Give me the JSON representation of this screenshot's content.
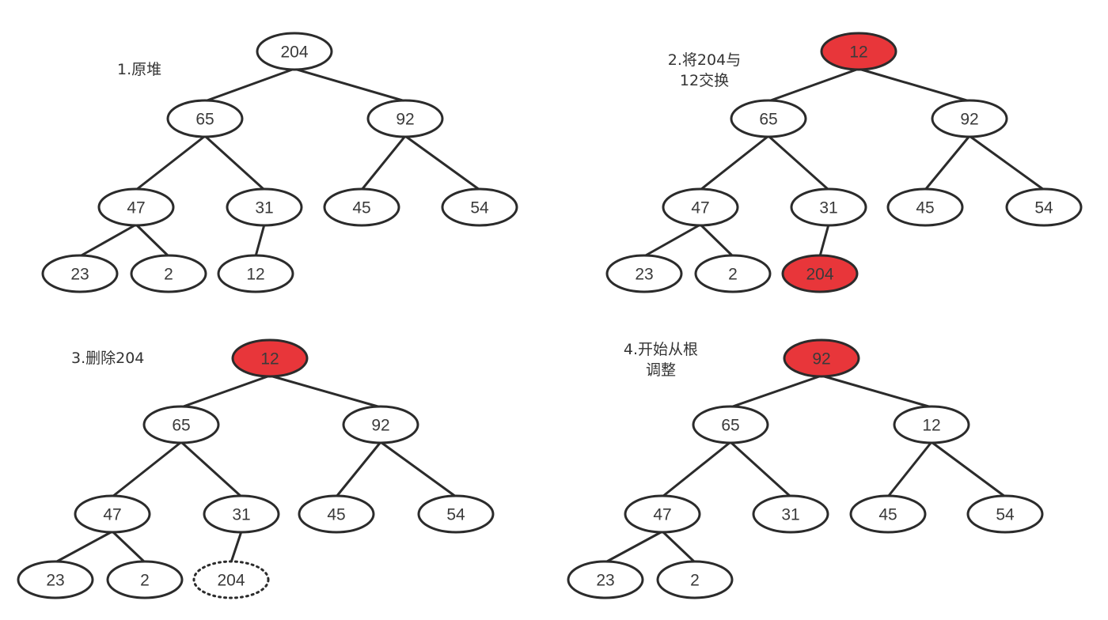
{
  "colors": {
    "highlight": "#e8363a",
    "stroke": "#2b2b2b",
    "text": "#3a3a3a"
  },
  "panels": [
    {
      "caption": [
        "1.原堆"
      ],
      "nodes": [
        {
          "label": "204"
        },
        {
          "label": "65"
        },
        {
          "label": "92"
        },
        {
          "label": "47"
        },
        {
          "label": "31"
        },
        {
          "label": "45"
        },
        {
          "label": "54"
        },
        {
          "label": "23"
        },
        {
          "label": "2"
        },
        {
          "label": "12"
        }
      ],
      "edges": [
        [
          0,
          1
        ],
        [
          0,
          2
        ],
        [
          1,
          3
        ],
        [
          1,
          4
        ],
        [
          2,
          5
        ],
        [
          2,
          6
        ],
        [
          3,
          7
        ],
        [
          3,
          8
        ],
        [
          4,
          9
        ]
      ]
    },
    {
      "caption": [
        "2.将204与",
        "12交换"
      ],
      "nodes": [
        {
          "label": "12",
          "state": "highlight"
        },
        {
          "label": "65"
        },
        {
          "label": "92"
        },
        {
          "label": "47"
        },
        {
          "label": "31"
        },
        {
          "label": "45"
        },
        {
          "label": "54"
        },
        {
          "label": "23"
        },
        {
          "label": "2"
        },
        {
          "label": "204",
          "state": "highlight"
        }
      ],
      "edges": [
        [
          0,
          1
        ],
        [
          0,
          2
        ],
        [
          1,
          3
        ],
        [
          1,
          4
        ],
        [
          2,
          5
        ],
        [
          2,
          6
        ],
        [
          3,
          7
        ],
        [
          3,
          8
        ],
        [
          4,
          9
        ]
      ]
    },
    {
      "caption": [
        "3.删除204"
      ],
      "nodes": [
        {
          "label": "12",
          "state": "highlight"
        },
        {
          "label": "65"
        },
        {
          "label": "92"
        },
        {
          "label": "47"
        },
        {
          "label": "31"
        },
        {
          "label": "45"
        },
        {
          "label": "54"
        },
        {
          "label": "23"
        },
        {
          "label": "2"
        },
        {
          "label": "204",
          "state": "removed"
        }
      ],
      "edges": [
        [
          0,
          1
        ],
        [
          0,
          2
        ],
        [
          1,
          3
        ],
        [
          1,
          4
        ],
        [
          2,
          5
        ],
        [
          2,
          6
        ],
        [
          3,
          7
        ],
        [
          3,
          8
        ],
        [
          4,
          9
        ]
      ]
    },
    {
      "caption": [
        "4.开始从根",
        "调整"
      ],
      "nodes": [
        {
          "label": "92",
          "state": "highlight"
        },
        {
          "label": "65"
        },
        {
          "label": "12"
        },
        {
          "label": "47"
        },
        {
          "label": "31"
        },
        {
          "label": "45"
        },
        {
          "label": "54"
        },
        {
          "label": "23"
        },
        {
          "label": "2"
        }
      ],
      "edges": [
        [
          0,
          1
        ],
        [
          0,
          2
        ],
        [
          1,
          3
        ],
        [
          1,
          4
        ],
        [
          2,
          5
        ],
        [
          2,
          6
        ],
        [
          3,
          7
        ],
        [
          3,
          8
        ]
      ]
    }
  ]
}
